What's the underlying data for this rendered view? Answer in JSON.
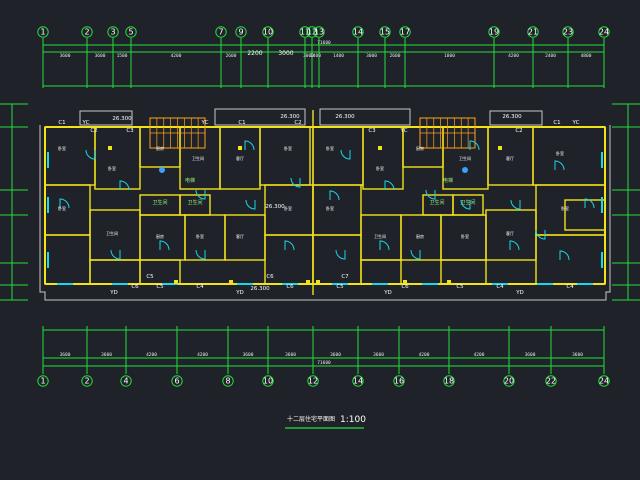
{
  "colors": {
    "background": "#1f2229",
    "dimension_lines": "#22e03a",
    "walls": "#f2e21b",
    "doors": "#19d8ea",
    "stair": "#ffa31a",
    "grid_bubble": "#22e03a",
    "text": "#ffffff"
  },
  "axes_top": [
    "1",
    "2",
    "3",
    "5",
    "7",
    "9",
    "10",
    "11",
    "12",
    "13",
    "14",
    "15",
    "17",
    "19",
    "21",
    "23",
    "24"
  ],
  "axes_bottom": [
    "1",
    "2",
    "4",
    "6",
    "8",
    "10",
    "12",
    "14",
    "16",
    "18",
    "20",
    "22",
    "24"
  ],
  "dims": {
    "top_segments": [
      "3600",
      "3600",
      "1500",
      "4200",
      "2600",
      "1600",
      "2200",
      "3000",
      "1400",
      "1400",
      "3000",
      "2600",
      "1800",
      "4200",
      "2400",
      "4800",
      "1700"
    ],
    "top_labels_large": [
      "2200",
      "3000"
    ],
    "top_overall": "71600",
    "bottom_segments": [
      "3600",
      "3600",
      "4200",
      "4200",
      "3600",
      "3600",
      "3600",
      "3600",
      "4200",
      "4200",
      "3600",
      "3600"
    ],
    "bottom_overall": "71600"
  },
  "openings_top": [
    "C1",
    "C2",
    "C3",
    "YC",
    "YC",
    "C1",
    "C2",
    "C3",
    "YC",
    "YC"
  ],
  "openings_bottom": [
    "YD",
    "C6",
    "C5",
    "C4",
    "YD",
    "C6",
    "C5",
    "YD",
    "C6",
    "C5",
    "C4",
    "YD",
    "C4",
    "C5",
    "C6",
    "C7"
  ],
  "elevations": [
    "26.300",
    "26.300",
    "26.300",
    "26.300",
    "26.300",
    "26.300"
  ],
  "room_labels": [
    "卧室",
    "卧室",
    "厨房",
    "卫生间",
    "客厅",
    "卧室",
    "卧室",
    "卫生间",
    "厨房",
    "卧室",
    "客厅",
    "卧室",
    "卧室",
    "卧室",
    "厨房",
    "卫生间",
    "客厅",
    "卧室",
    "卧室",
    "卫生间",
    "厨房",
    "卧室",
    "客厅",
    "卧室"
  ],
  "special_labels": [
    "卫生间",
    "卫生间",
    "卫生间",
    "卫生间",
    "电梯",
    "电梯"
  ],
  "title": "十二层住宅平面图",
  "scale": "1:100"
}
